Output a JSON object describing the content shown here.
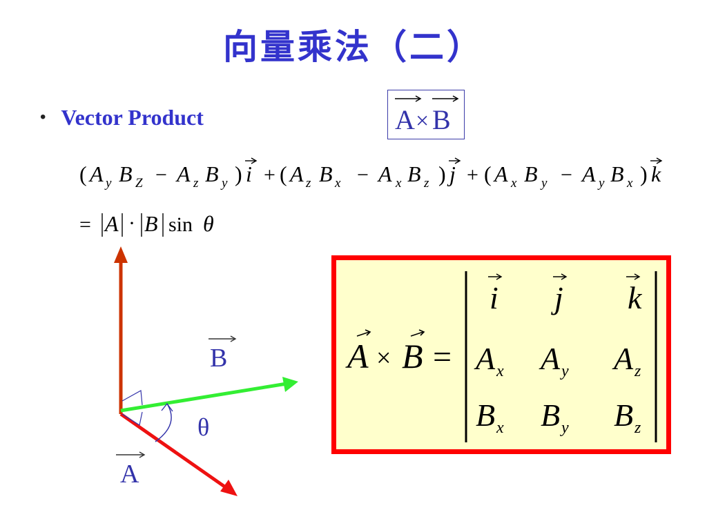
{
  "slide": {
    "title": "向量乘法（二）",
    "bullet": "Vector Product",
    "notation": {
      "left": "A",
      "times": "×",
      "right": "B"
    },
    "formula_line1": [
      "(",
      "A",
      "y",
      "B",
      "Z",
      "−",
      "A",
      "z",
      "B",
      "y",
      ")",
      "i",
      "+",
      "(",
      "A",
      "z",
      "B",
      "x",
      "−",
      "A",
      "x",
      "B",
      "z",
      ")",
      "j",
      "+",
      "(",
      "A",
      "x",
      "B",
      "y",
      "−",
      "A",
      "y",
      "B",
      "x",
      ")",
      "k"
    ],
    "formula_line2": {
      "eq": "=",
      "a": "A",
      "dot": "·",
      "b": "B",
      "sin": "sin",
      "theta": "θ"
    },
    "diagram": {
      "label_b": "B",
      "label_theta": "θ",
      "label_a": "A"
    },
    "determinant": {
      "lhs_a": "A",
      "times": "×",
      "lhs_b": "B",
      "eq": "=",
      "row_unit": [
        "i",
        "j",
        "k"
      ],
      "row_a": {
        "base": "A",
        "subs": [
          "x",
          "y",
          "z"
        ]
      },
      "row_b": {
        "base": "B",
        "subs": [
          "x",
          "y",
          "z"
        ]
      }
    },
    "colors": {
      "title": "#3333cc",
      "cross": "#cc3300",
      "vector_b": "#33ee33",
      "vector_a": "#ee1111",
      "box_border": "#ff0000",
      "box_fill": "#ffffcc"
    }
  }
}
